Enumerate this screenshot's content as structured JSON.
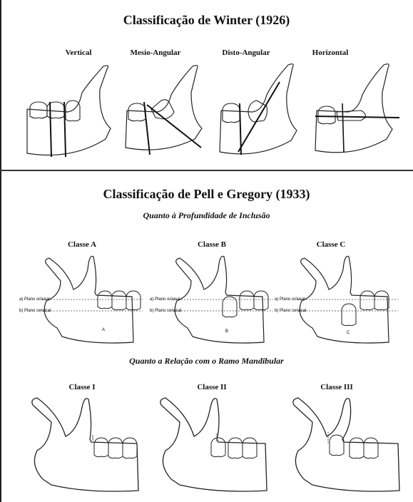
{
  "winter": {
    "title": "Classificação de Winter (1926)",
    "labels": [
      "Vertical",
      "Mesio-Angular",
      "Disto-Angular",
      "Horizontal"
    ]
  },
  "pell_gregory": {
    "title": "Classificação de Pell e Gregory (1933)",
    "depth": {
      "subtitle": "Quanto à Profundidade de Inclusão",
      "classes": [
        "Classe A",
        "Classe B",
        "Classe C"
      ],
      "plane_labels": [
        "a) Plano oclusal",
        "b) Plano cervical"
      ],
      "tooth_letters": [
        "A",
        "B",
        "C"
      ]
    },
    "ramus": {
      "subtitle": "Quanto a Relação com o Ramo Mandibular",
      "classes": [
        "Classe I",
        "Classe II",
        "Classe III"
      ]
    }
  }
}
